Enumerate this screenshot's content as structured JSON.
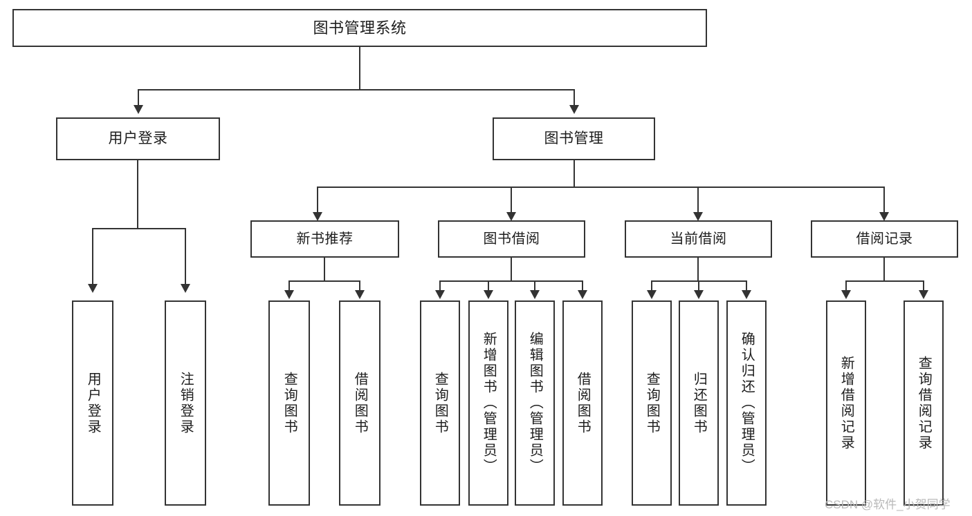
{
  "diagram": {
    "type": "tree-hierarchy-chart",
    "title": "图书管理系统",
    "orientation": "top-down",
    "colors": {
      "stroke": "#333333",
      "fill": "#ffffff",
      "text": "#1d1d1d",
      "watermark": "#b9b9b9"
    },
    "root": {
      "label": "图书管理系统"
    },
    "level2": [
      {
        "label": "用户登录"
      },
      {
        "label": "图书管理"
      }
    ],
    "level3": [
      {
        "label": "新书推荐"
      },
      {
        "label": "图书借阅"
      },
      {
        "label": "当前借阅"
      },
      {
        "label": "借阅记录"
      }
    ],
    "leaves": {
      "user_login": [
        {
          "label": "用户登录"
        },
        {
          "label": "注销登录"
        }
      ],
      "new_book_recommend": [
        {
          "label": "查询图书"
        },
        {
          "label": "借阅图书"
        }
      ],
      "book_borrow": [
        {
          "label": "查询图书"
        },
        {
          "label": "新增图书（管理员）"
        },
        {
          "label": "编辑图书（管理员）"
        },
        {
          "label": "借阅图书"
        }
      ],
      "current_borrow": [
        {
          "label": "查询图书"
        },
        {
          "label": "归还图书"
        },
        {
          "label": "确认归还（管理员）"
        }
      ],
      "borrow_record": [
        {
          "label": "新增借阅记录"
        },
        {
          "label": "查询借阅记录"
        }
      ]
    },
    "watermark": "CSDN @软件_小贺同学"
  }
}
